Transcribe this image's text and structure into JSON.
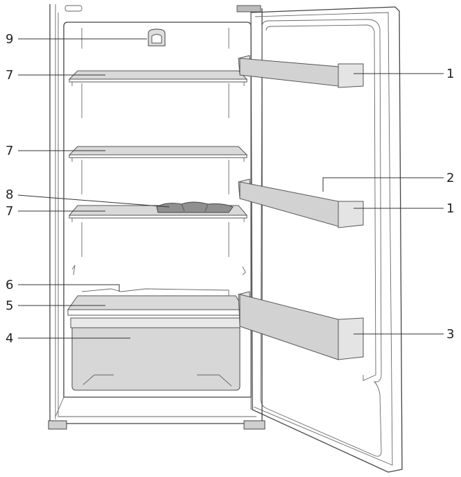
{
  "diagram": {
    "callouts_left": [
      {
        "label": "9"
      },
      {
        "label": "7"
      },
      {
        "label": "7"
      },
      {
        "label": "8"
      },
      {
        "label": "7"
      },
      {
        "label": "6"
      },
      {
        "label": "5"
      },
      {
        "label": "4"
      }
    ],
    "callouts_right": [
      {
        "label": "1"
      },
      {
        "label": "2"
      },
      {
        "label": "1"
      },
      {
        "label": "3"
      }
    ]
  }
}
